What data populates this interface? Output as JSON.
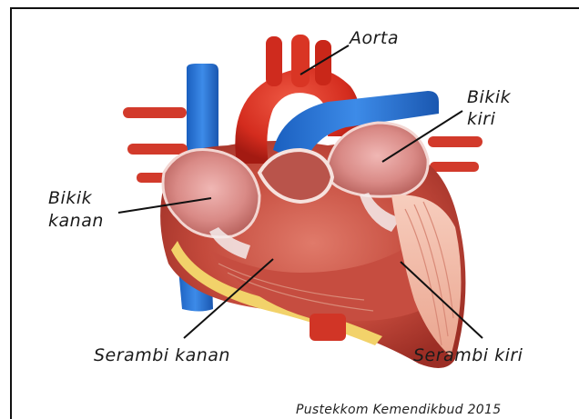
{
  "labels": {
    "aorta": "Aorta",
    "bikik_kiri_line1": "Bikik",
    "bikik_kiri_line2": "kiri",
    "bikik_kanan_line1": "Bikik",
    "bikik_kanan_line2": "kanan",
    "serambi_kanan": "Serambi kanan",
    "serambi_kiri": "Serambi kiri"
  },
  "credit": "Pustekkom Kemendikbud 2015"
}
